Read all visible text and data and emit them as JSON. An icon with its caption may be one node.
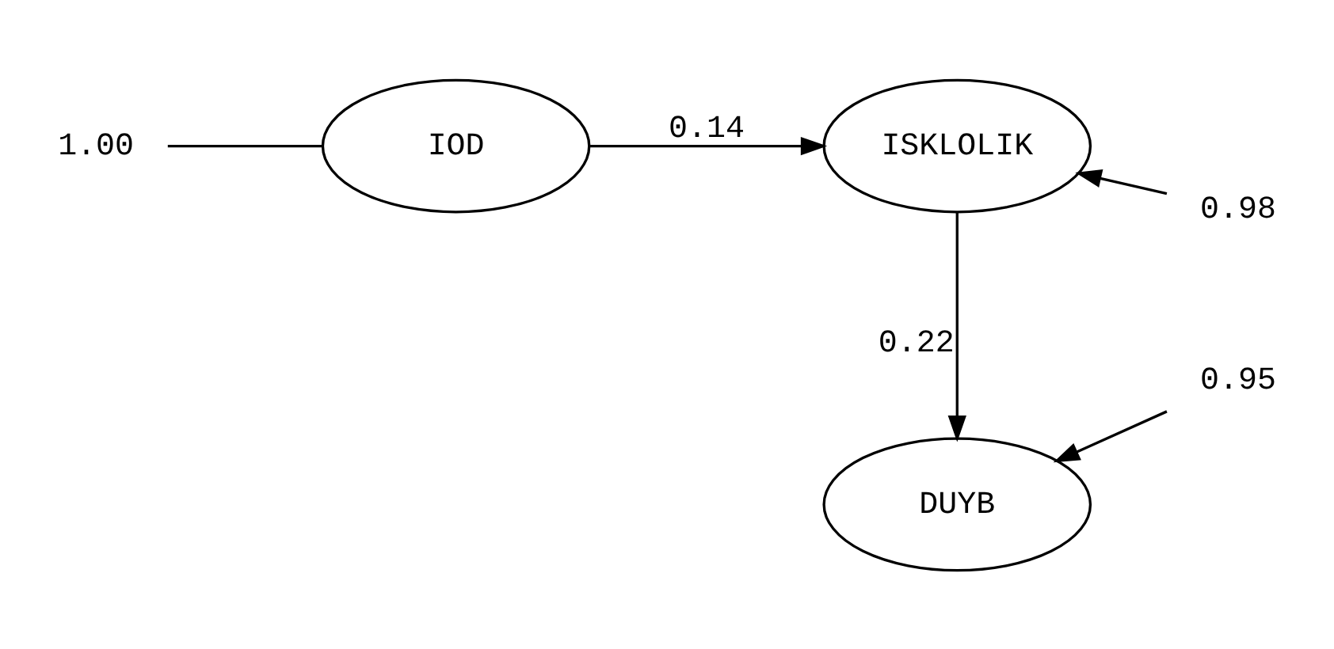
{
  "diagram": {
    "nodes": [
      {
        "text": [
          "1.00"
        ]
      },
      {
        "text": [
          "IOD"
        ]
      },
      {
        "text": [
          "ISKLOLIK"
        ]
      },
      {
        "text": [
          "0.98"
        ]
      },
      {
        "text": [
          "DUYB"
        ]
      },
      {
        "text": [
          "0.95"
        ]
      }
    ],
    "edges": [
      {
        "from": 0,
        "to": 1,
        "arrow": "none"
      },
      {
        "from": 1,
        "to": 2,
        "arrow": "to",
        "label": "0.14"
      },
      {
        "from": 3,
        "to": 2,
        "arrow": "to"
      },
      {
        "from": 2,
        "to": 4,
        "arrow": "to",
        "label": "0.22"
      },
      {
        "from": 5,
        "to": 4,
        "arrow": "to"
      }
    ]
  }
}
